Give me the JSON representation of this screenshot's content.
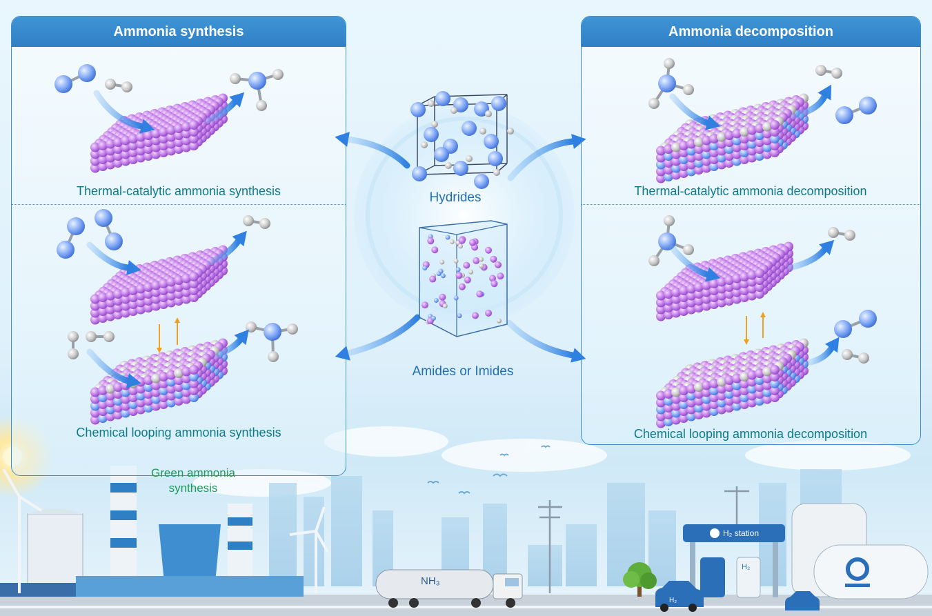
{
  "left_panel": {
    "title": "Ammonia synthesis",
    "caption_top": "Thermal-catalytic ammonia synthesis",
    "caption_bottom": "Chemical looping ammonia synthesis"
  },
  "right_panel": {
    "title": "Ammonia decomposition",
    "caption_top": "Thermal-catalytic ammonia decomposition",
    "caption_bottom": "Chemical looping ammonia decomposition"
  },
  "center": {
    "hydrides_label": "Hydrides",
    "amides_label": "Amides or Imides"
  },
  "scene": {
    "green_label": "Green ammonia synthesis",
    "truck_label": "NH₃",
    "station_label": "H₂ station",
    "car_label": "H₂",
    "dispenser_label": "H₂"
  },
  "colors": {
    "header_blue": "#3385c8",
    "caption_teal": "#0d7a8c",
    "catalyst_purple": "#b56ee0",
    "molecule_blue": "#6e9ef0",
    "arrow_blue": "#3d8fe6",
    "arrow_orange": "#f0a020"
  },
  "icons": [
    "sun-icon",
    "wind-turbine-icon",
    "factory-icon",
    "truck-icon",
    "h2-station-icon",
    "tank-icon",
    "car-icon",
    "tree-icon",
    "bird-icon"
  ]
}
